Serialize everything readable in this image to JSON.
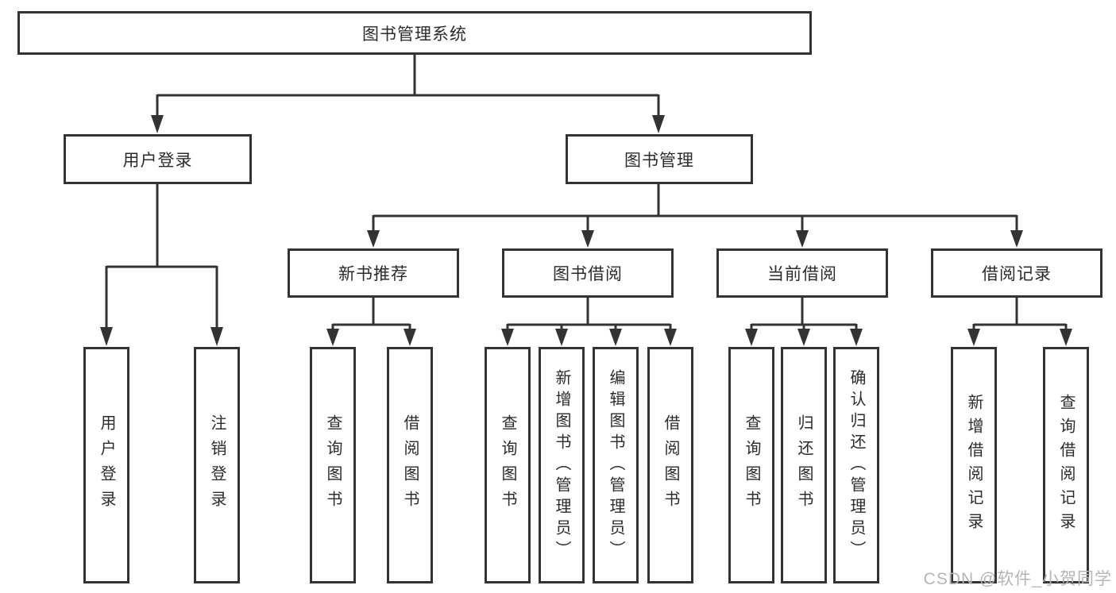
{
  "tree": {
    "label": "图书管理系统",
    "children": [
      {
        "label": "用户登录",
        "children": [
          {
            "label": "用户登录"
          },
          {
            "label": "注销登录"
          }
        ]
      },
      {
        "label": "图书管理",
        "children": [
          {
            "label": "新书推荐",
            "children": [
              {
                "label": "查询图书"
              },
              {
                "label": "借阅图书"
              }
            ]
          },
          {
            "label": "图书借阅",
            "children": [
              {
                "label": "查询图书"
              },
              {
                "label": "新增图书（管理员）"
              },
              {
                "label": "编辑图书（管理员）"
              },
              {
                "label": "借阅图书"
              }
            ]
          },
          {
            "label": "当前借阅",
            "children": [
              {
                "label": "查询图书"
              },
              {
                "label": "归还图书"
              },
              {
                "label": "确认归还（管理员）"
              }
            ]
          },
          {
            "label": "借阅记录",
            "children": [
              {
                "label": "新增借阅记录"
              },
              {
                "label": "查询借阅记录"
              }
            ]
          }
        ]
      }
    ]
  },
  "watermark": {
    "text": "CSDN @软件_小贺同学"
  },
  "colors": {
    "line": "#333333",
    "border": "#333333",
    "text": "#2b2b2b",
    "watermark": "#b5b5b5",
    "background": "#ffffff"
  }
}
